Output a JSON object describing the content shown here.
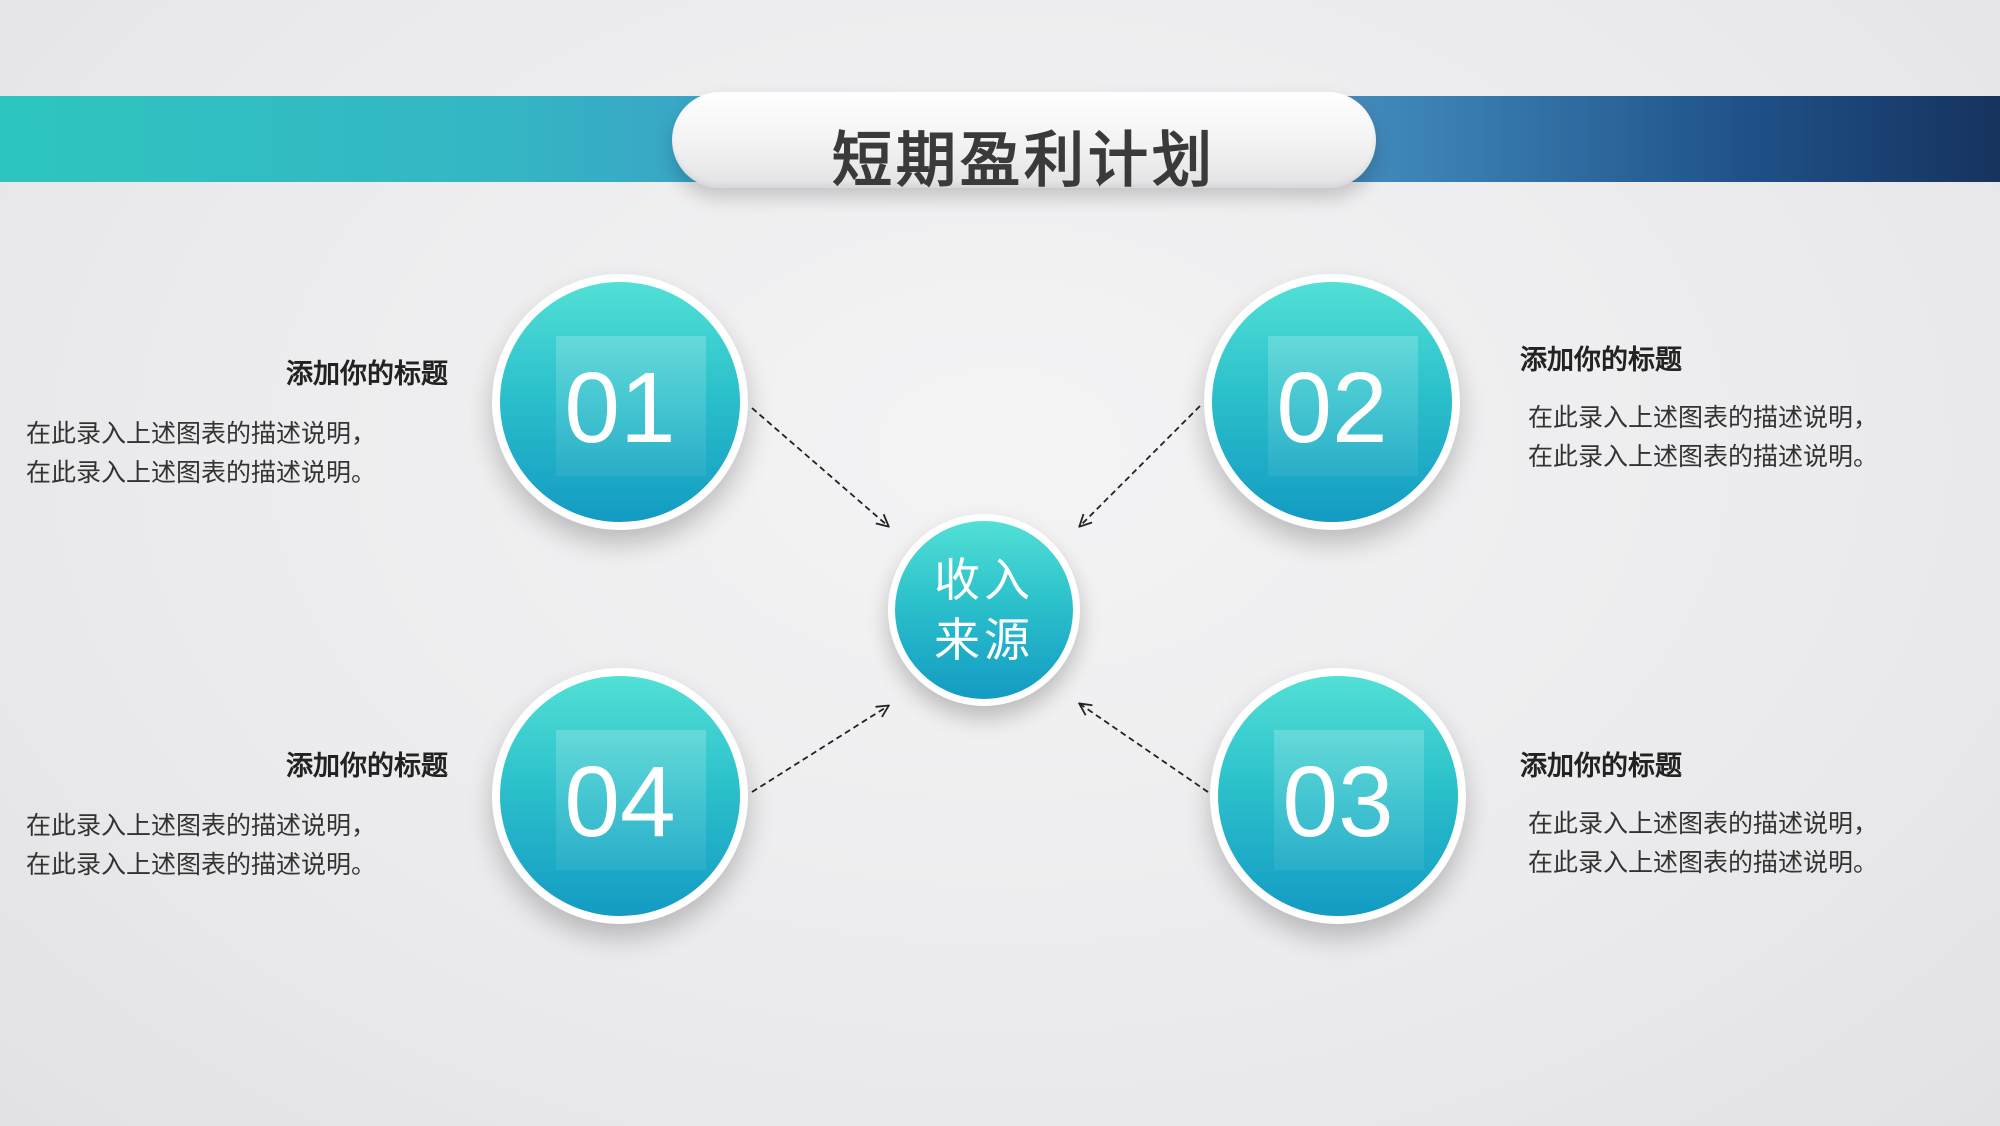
{
  "title": "短期盈利计划",
  "center": {
    "line1": "收入",
    "line2": "来源"
  },
  "nodes": [
    {
      "number": "01"
    },
    {
      "number": "02"
    },
    {
      "number": "03"
    },
    {
      "number": "04"
    }
  ],
  "blocks": [
    {
      "title": "添加你的标题",
      "line1": "在此录入上述图表的描述说明，",
      "line2": "在此录入上述图表的描述说明。"
    },
    {
      "title": "添加你的标题",
      "line1": "在此录入上述图表的描述说明，",
      "line2": "在此录入上述图表的描述说明。"
    },
    {
      "title": "添加你的标题",
      "line1": "在此录入上述图表的描述说明，",
      "line2": "在此录入上述图表的描述说明。"
    },
    {
      "title": "添加你的标题",
      "line1": "在此录入上述图表的描述说明，",
      "line2": "在此录入上述图表的描述说明。"
    }
  ],
  "colors": {
    "accent_teal": "#2cc1cb",
    "accent_blue": "#139bc3",
    "banner_dark": "#17335e"
  }
}
